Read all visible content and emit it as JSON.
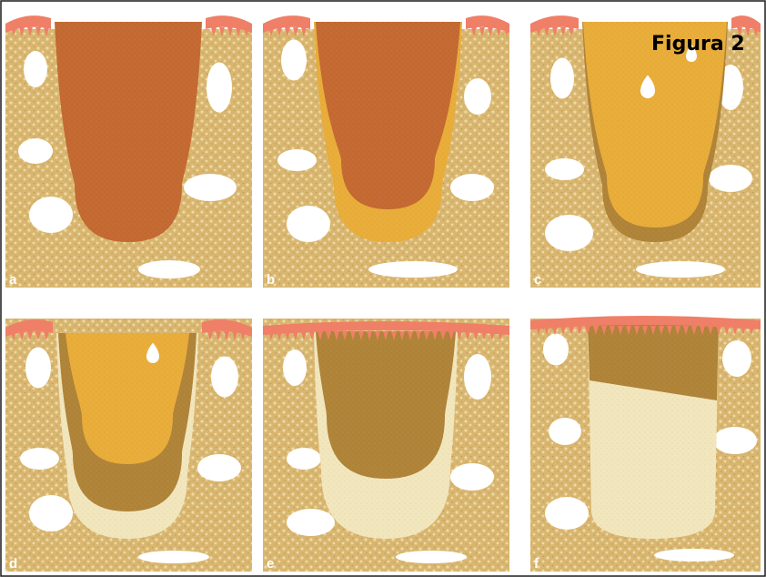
{
  "figure": {
    "title": "Figura 2",
    "panels": [
      {
        "label": "a"
      },
      {
        "label": "b"
      },
      {
        "label": "c"
      },
      {
        "label": "d"
      },
      {
        "label": "e"
      },
      {
        "label": "f"
      }
    ]
  },
  "colors": {
    "bone": "#d9b66f",
    "bone_light": "#ead7a4",
    "marrow": "#ffffff",
    "gingiva": "#ef7f67",
    "clot": "#c46a32",
    "granulation": "#e9ad3a",
    "provisional_matrix": "#b08439",
    "woven_bone": "#f2e6bd",
    "border": "#1a1a1a"
  }
}
